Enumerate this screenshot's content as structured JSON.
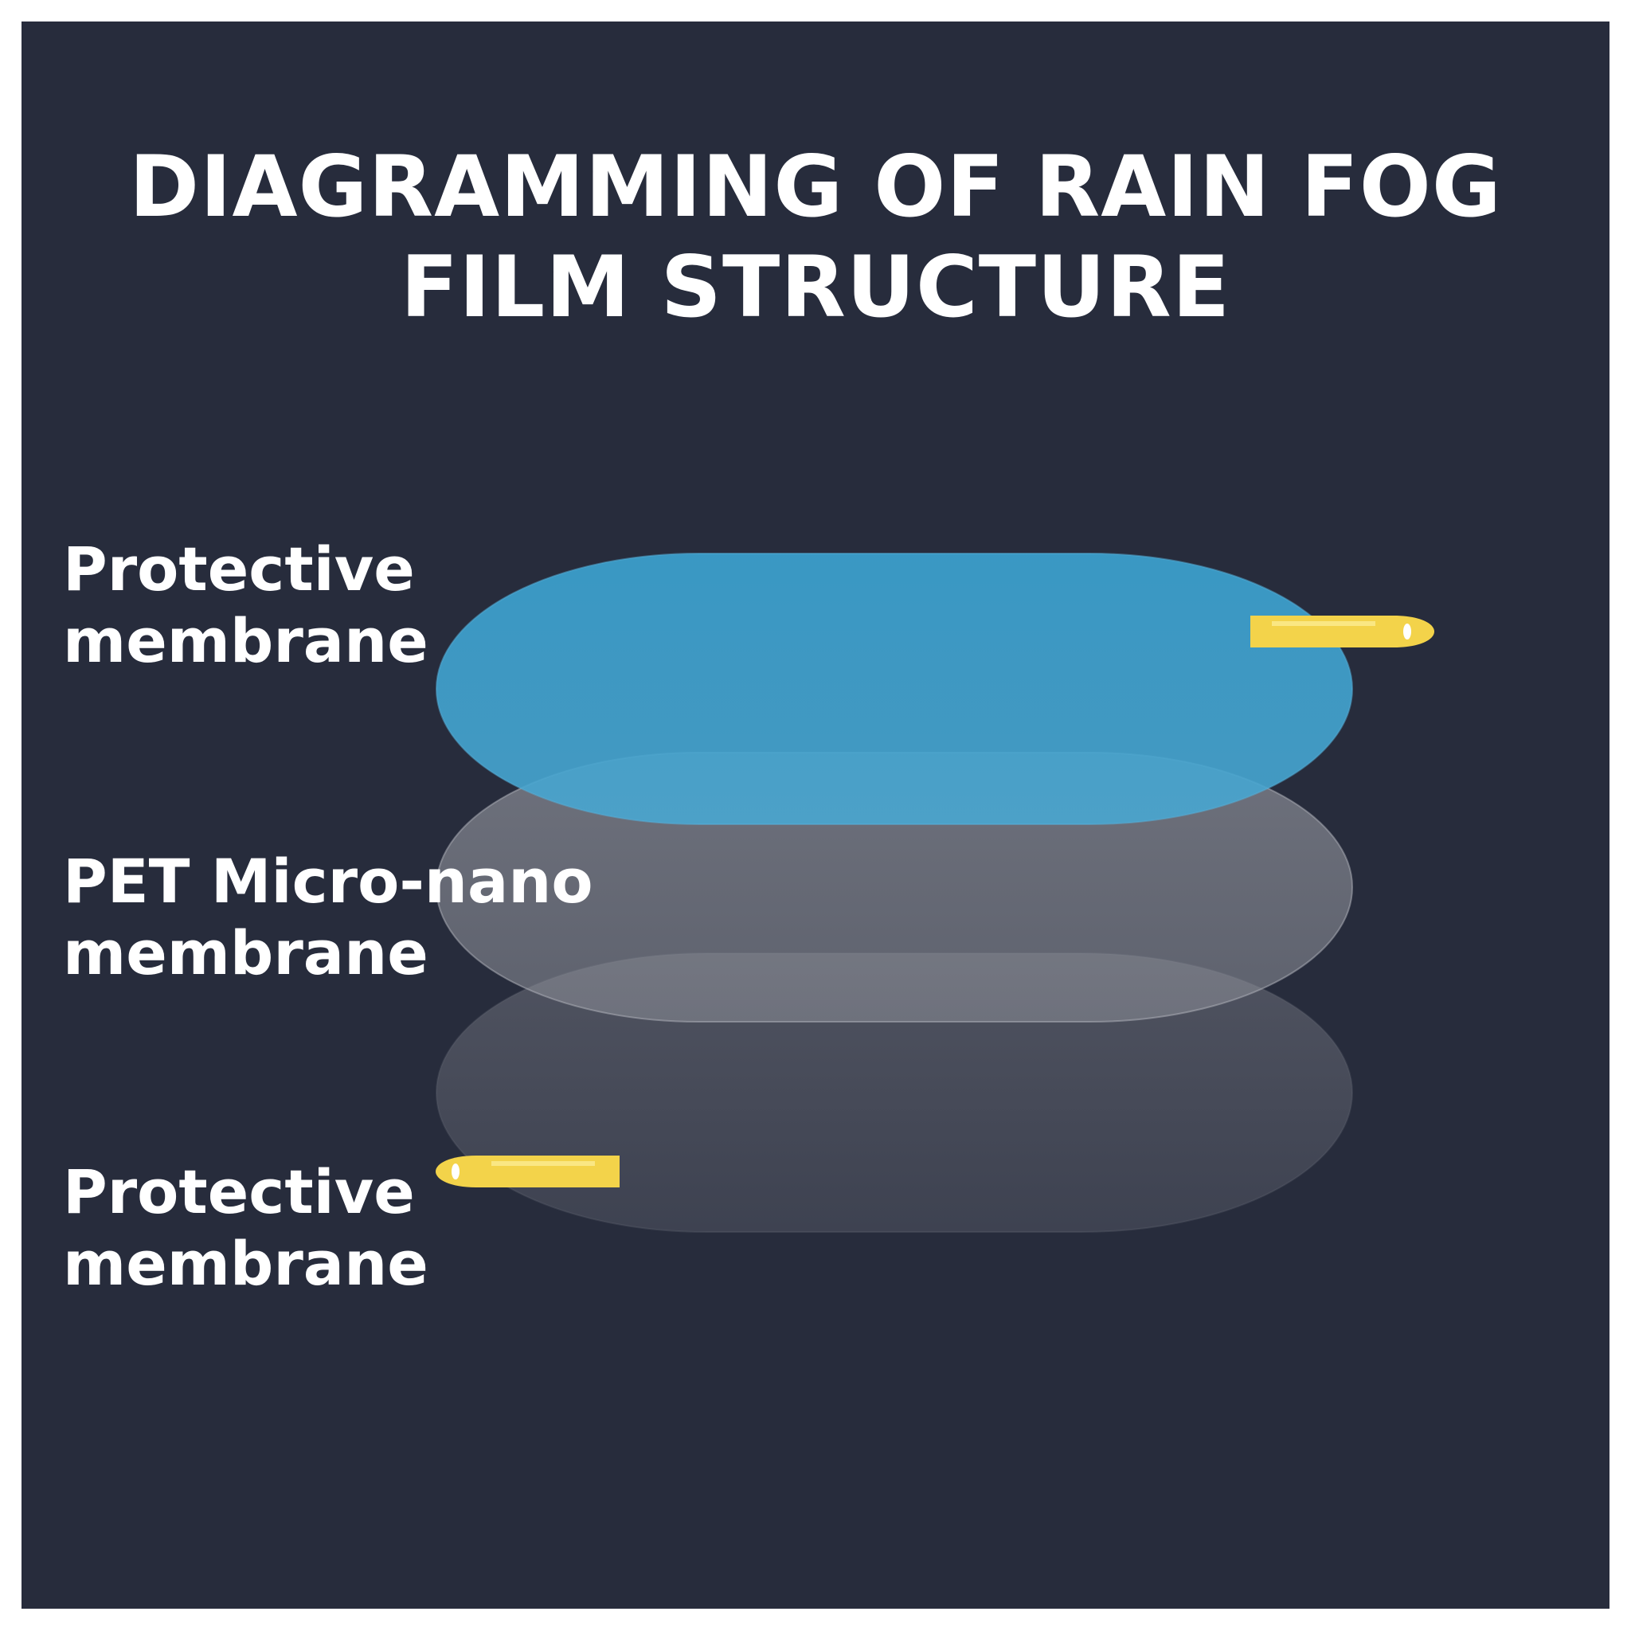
{
  "title": {
    "line1": "DIAGRAMMING OF RAIN FOG",
    "line2": "FILM STRUCTURE"
  },
  "layers": [
    {
      "label_line1": "Protective",
      "label_line2": "membrane",
      "color": "#3797c4"
    },
    {
      "label_line1": "PET Micro-nano",
      "label_line2": "membrane",
      "color": "#8a8d96"
    },
    {
      "label_line1": "Protective",
      "label_line2": "membrane",
      "color": "#4a4e5c"
    }
  ],
  "colors": {
    "background": "#272c3c",
    "tab": "#f3d34a",
    "text": "#ffffff"
  }
}
